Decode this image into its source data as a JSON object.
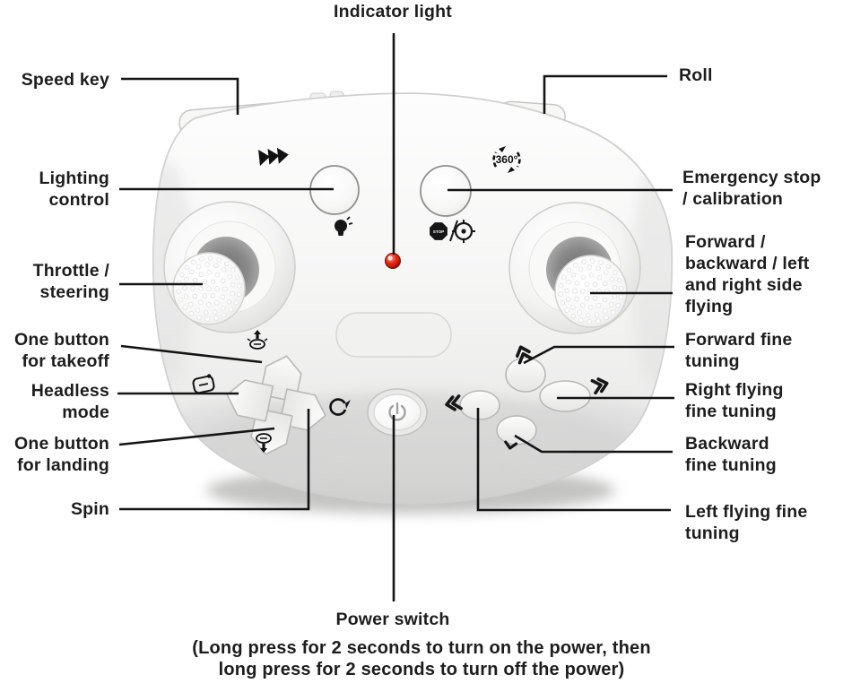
{
  "figure": {
    "type": "annotated-diagram",
    "subject": "drone-remote-controller",
    "colors": {
      "label_text": "#1d1d1d",
      "connector_line": "#141414",
      "led_red": "#c81807",
      "body_shell": "#f4f4f3"
    },
    "labels": {
      "indicator_light": "Indicator light",
      "speed_key": "Speed key",
      "roll": "Roll",
      "lighting_control": "Lighting\ncontrol",
      "emergency_stop": "Emergency stop\n/ calibration",
      "throttle_steering": "Throttle /\nsteering",
      "right_stick": "Forward /\nbackward / left\nand right side\nflying",
      "one_button_takeoff": "One button\nfor takeoff",
      "headless_mode": "Headless\nmode",
      "one_button_landing": "One button\nfor landing",
      "spin": "Spin",
      "forward_fine_tuning": "Forward fine\ntuning",
      "right_fine_tuning": "Right flying\nfine tuning",
      "backward_fine_tuning": "Backward\nfine tuning",
      "left_fine_tuning": "Left flying fine\ntuning",
      "power_switch": "Power switch",
      "power_note": "(Long press for 2 seconds to turn on the power, then\nlong press for 2 seconds to turn off the power)"
    },
    "controller_markings": {
      "rotation_360": "360°",
      "stop": "STOP"
    }
  }
}
